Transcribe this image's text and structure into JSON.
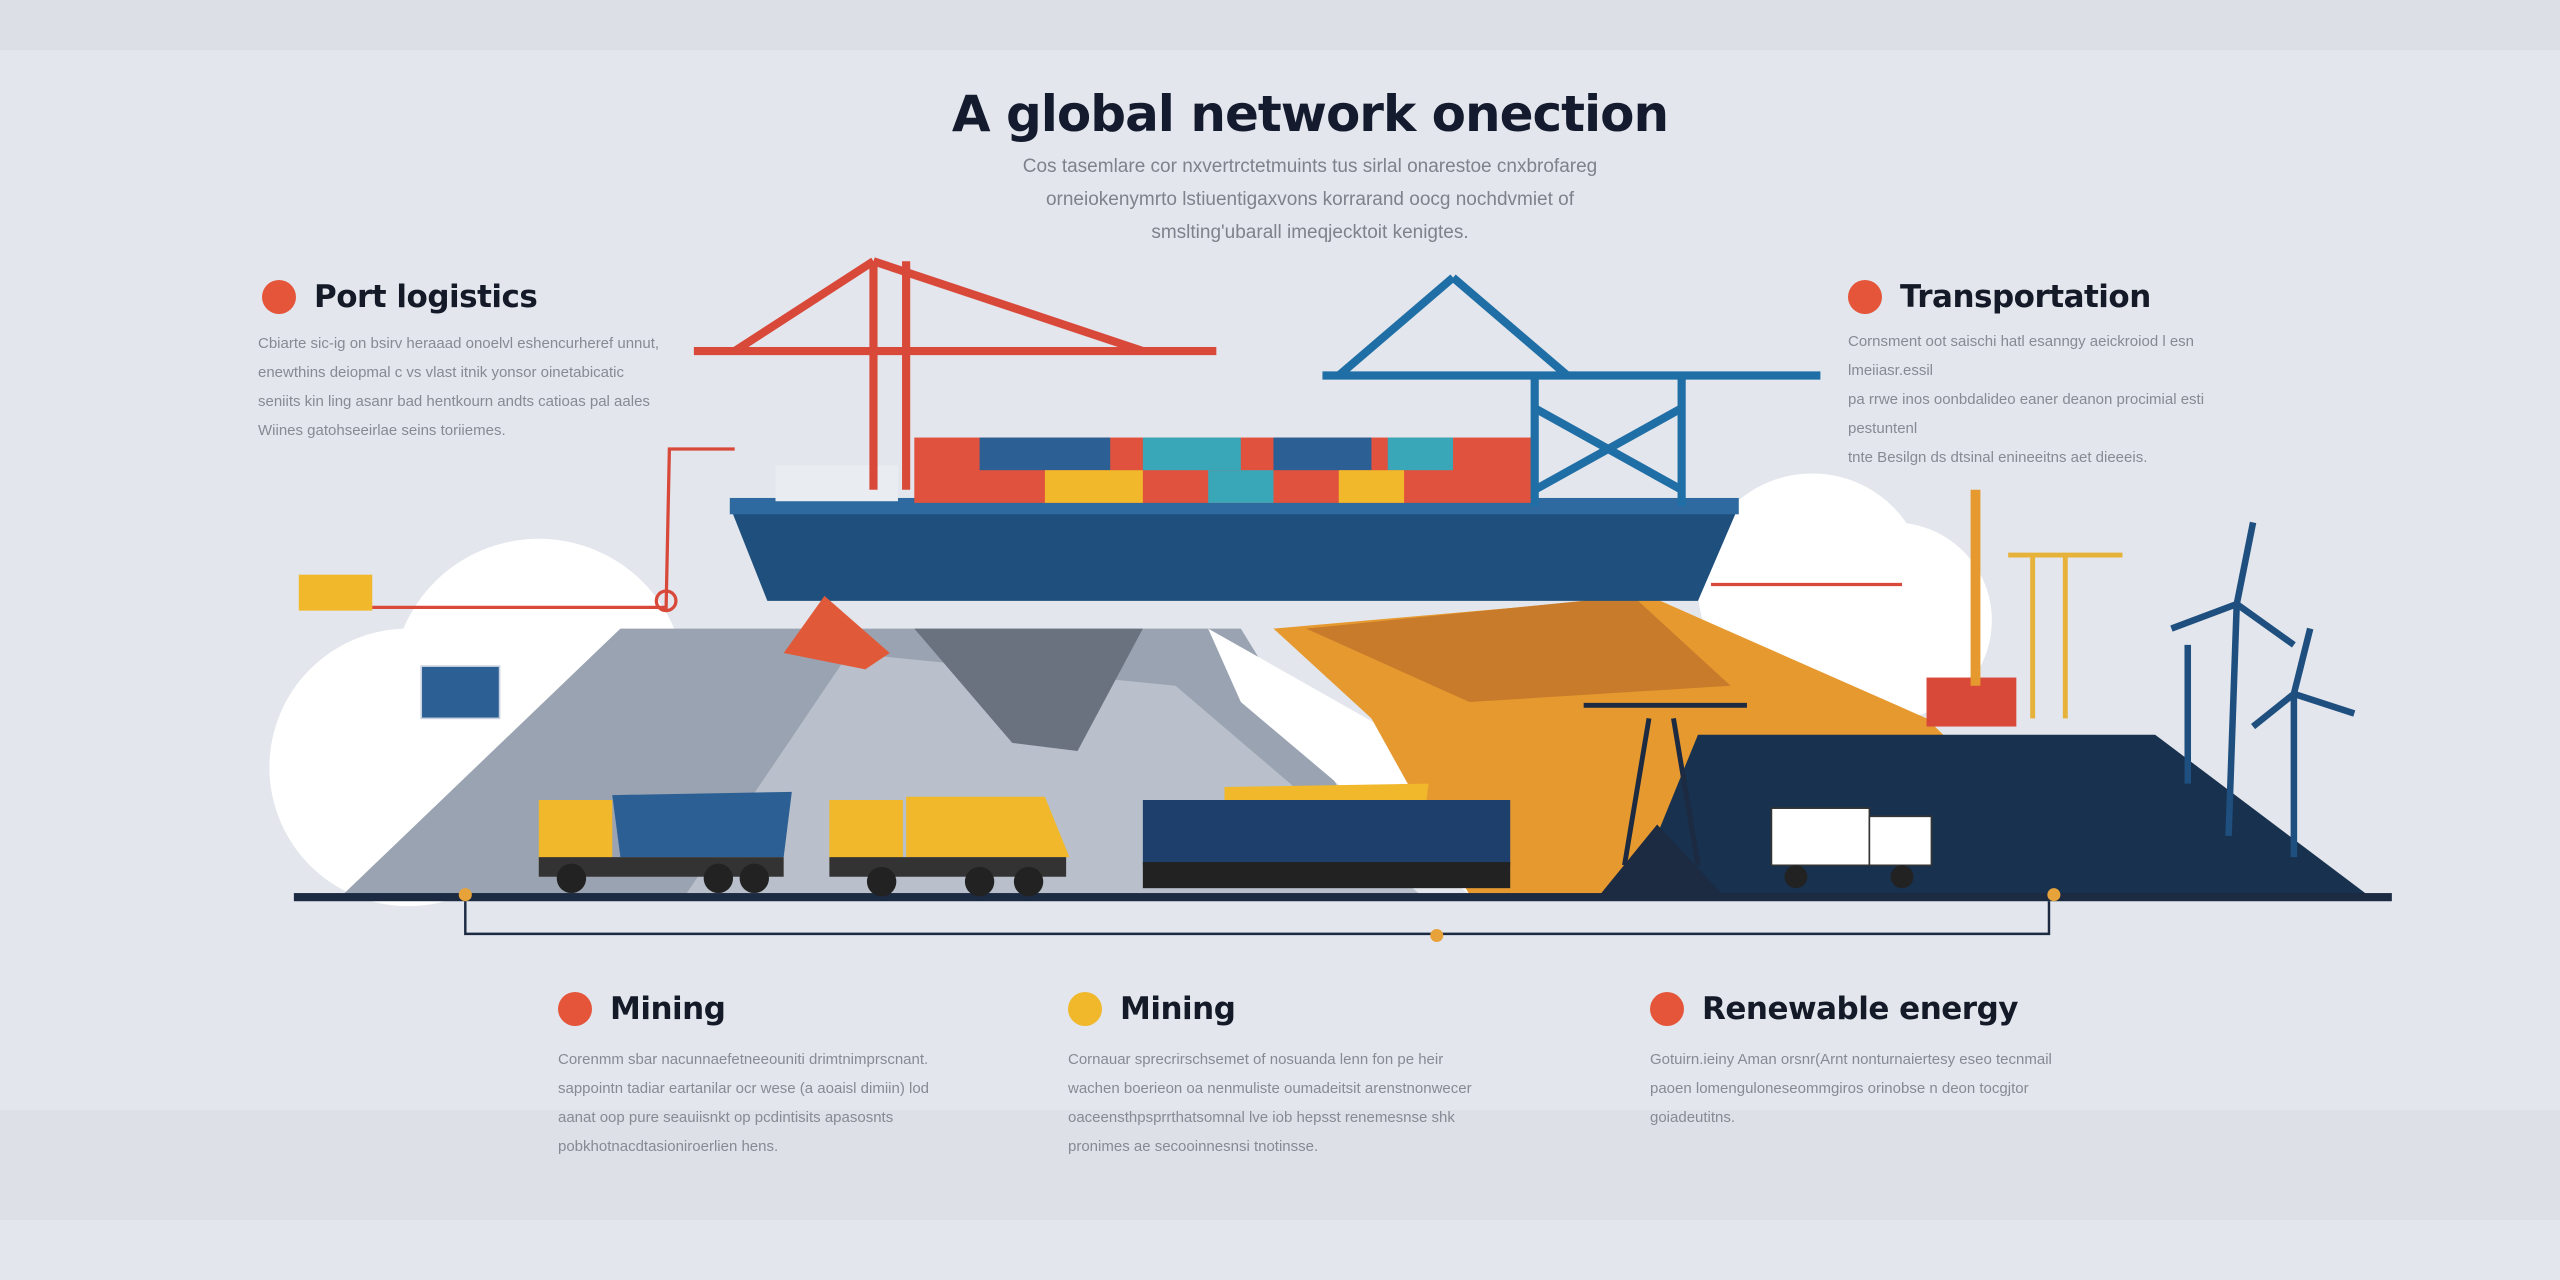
{
  "title": "A global network onection",
  "subtitle": [
    "Cos tasemlare cor nxvertrctetmuints tus sirlal onarestoe cnxbrofareg",
    "orneiokenymrto lstiuentigaxvons korrarand oocg nochdvmiet of",
    "smslting'ubarall imeqjecktoit kenigtes."
  ],
  "sections": [
    {
      "label": "Port logistics",
      "color": "#e4553a",
      "body": [
        "Cbiarte sic-ig on bsirv heraaad onoelvl eshencurheref unnut,",
        "enewthins deiopmal c vs vlast itnik yonsor oinetabicatic",
        "seniits kin ling asanr bad hentkourn andts catioas pal aales",
        "Wiines gatohseeirlae seins toriiemes."
      ]
    },
    {
      "label": "Transportation",
      "color": "#e4553a",
      "body": [
        "Cornsment oot saischi hatl esanngy aeickroiod l esn lmeiiasr.essil",
        "pa rrwe inos oonbdalideo eaner deanon procimial esti pestuntenl",
        "tnte Besilgn ds dtsinal enineeitns aet dieeeis."
      ]
    },
    {
      "label": "Mining",
      "color": "#e4553a",
      "body": [
        "Corenmm sbar nacunnaefetneeouniti drimtnimprscnant.",
        "sappointn tadiar eartanilar ocr wese (a aoaisl dimiin) lod",
        "aanat oop pure seauiisnkt op pcdintisits apasosnts",
        "pobkhotnacdtasioniroerlien hens."
      ]
    },
    {
      "label": "Mining",
      "color": "#f0b82a",
      "body": [
        "Cornauar sprecrirschsemet of nosuanda lenn fon pe heir",
        "wachen boerieon oa nenmuliste oumadeitsit arenstnonwecer",
        "oaceensthpsprrthatsomnal lve iob hepsst renemesnse shk",
        "pronimes ae secooinnesnsi tnotinsse."
      ]
    },
    {
      "label": "Renewable energy",
      "color": "#e4553a",
      "body": [
        "Gotuirn.ieiny Aman orsnr(Arnt nonturnaiertesy eseo tecnmail",
        "paoen lomenguloneseommgiros orinobse n deon tocgjtor",
        "goiadeutitns."
      ]
    }
  ]
}
